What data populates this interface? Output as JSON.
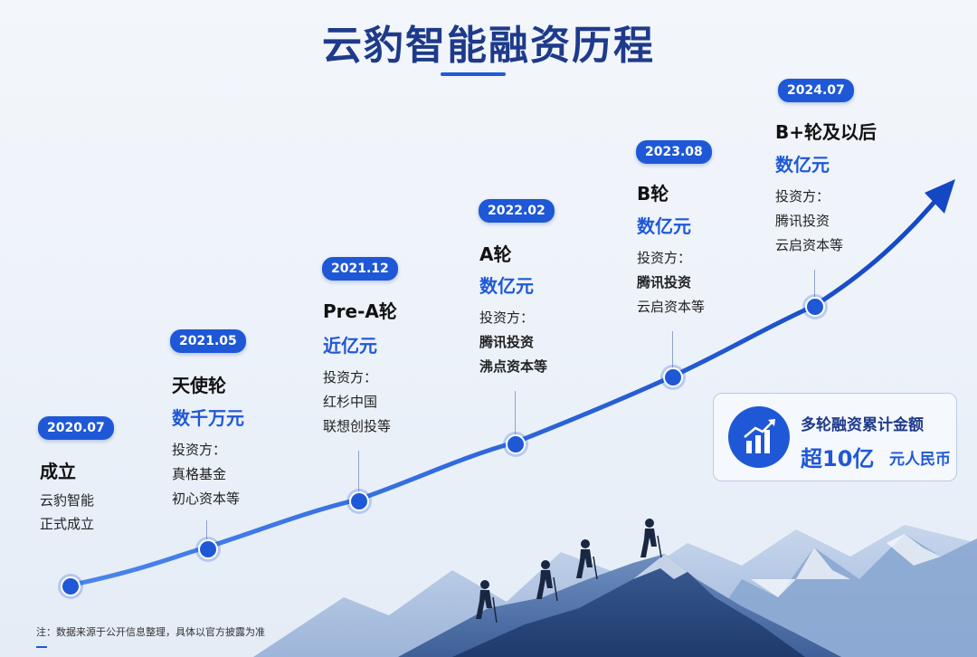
{
  "title": "云豹智能融资历程",
  "colors": {
    "accent": "#1f58d6",
    "title": "#1e3a8a",
    "text": "#111111"
  },
  "milestones": [
    {
      "date": "2020.07",
      "stage": "成立",
      "amount": "",
      "investor_label": "",
      "investors": [
        "云豹智能",
        "正式成立"
      ]
    },
    {
      "date": "2021.05",
      "stage": "天使轮",
      "amount": "数千万元",
      "investor_label": "投资方：",
      "investors": [
        "真格基金",
        "初心资本等"
      ]
    },
    {
      "date": "2021.12",
      "stage": "Pre-A轮",
      "amount": "近亿元",
      "investor_label": "投资方：",
      "investors": [
        "红杉中国",
        "联想创投等"
      ]
    },
    {
      "date": "2022.02",
      "stage": "A轮",
      "amount": "数亿元",
      "investor_label": "投资方：",
      "investors": [
        "腾讯投资",
        "沸点资本等"
      ]
    },
    {
      "date": "2023.08",
      "stage": "B轮",
      "amount": "数亿元",
      "investor_label": "投资方：",
      "investors": [
        "腾讯投资",
        "云启资本等"
      ]
    },
    {
      "date": "2024.07",
      "stage": "B+轮及以后",
      "amount": "数亿元",
      "investor_label": "投资方：",
      "investors": [
        "腾讯投资",
        "云启资本等"
      ]
    }
  ],
  "summary": {
    "icon": "growth-chart-icon",
    "label": "多轮融资累计金额",
    "value": "超10亿",
    "value_suffix": "元人民币"
  },
  "footnote": "注：数据来源于公开信息整理，具体以官方披露为准"
}
